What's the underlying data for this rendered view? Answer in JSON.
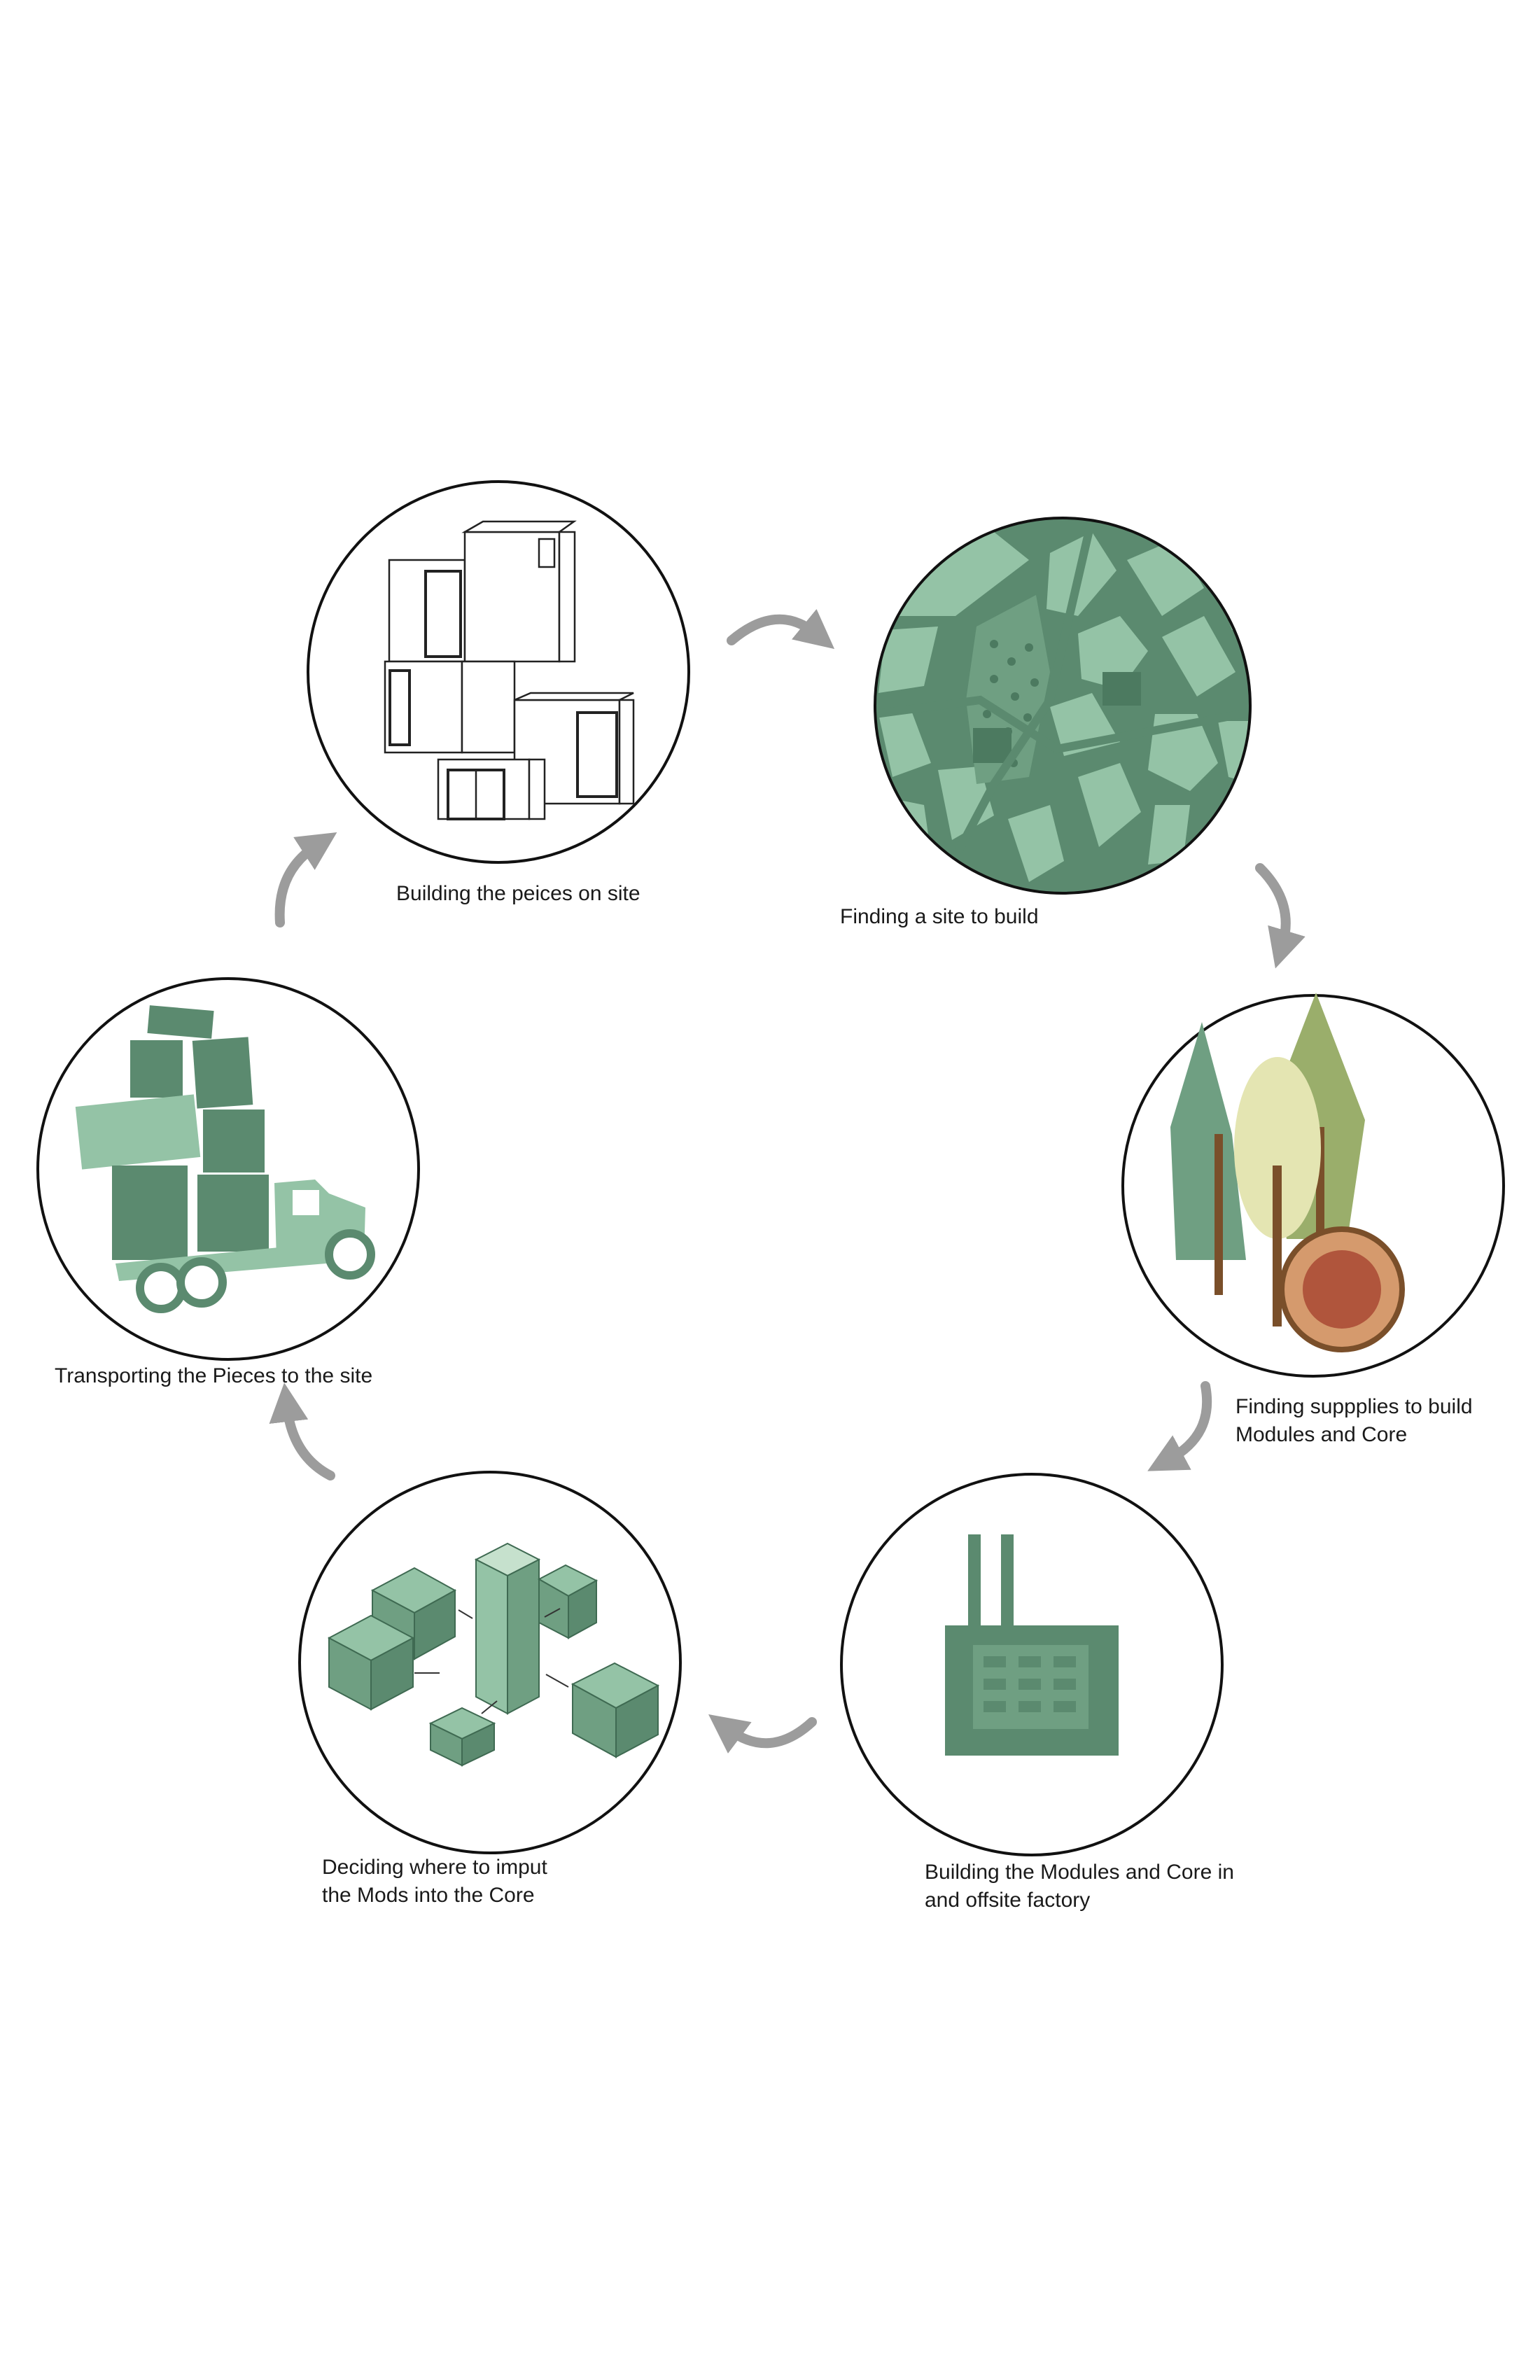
{
  "colors": {
    "dark_green": "#5b8a6f",
    "mid_green": "#6f9f82",
    "light_green": "#94c3a6",
    "pale_green": "#c6e1cd",
    "olive": "#9aae6b",
    "cream": "#e4e5b2",
    "trunk": "#7a4f2a",
    "log_outer": "#d59a6d",
    "log_inner": "#b0553c",
    "arrow": "#9c9c9c",
    "outline": "#111111"
  },
  "steps": [
    {
      "id": "build-site",
      "icon": "stacked-modules-icon",
      "lines": [
        "Building the peices on site"
      ]
    },
    {
      "id": "find-site",
      "icon": "site-map-icon",
      "lines": [
        "Finding a site to build"
      ]
    },
    {
      "id": "find-supplies",
      "icon": "forest-timber-icon",
      "lines": [
        "Finding suppplies to build",
        "Modules and Core"
      ]
    },
    {
      "id": "factory",
      "icon": "factory-icon",
      "lines": [
        "Building the Modules and Core in",
        "and offsite factory"
      ]
    },
    {
      "id": "decide",
      "icon": "modules-core-icon",
      "lines": [
        "Deciding where to imput",
        "the Mods into the Core"
      ]
    },
    {
      "id": "transport",
      "icon": "truck-icon",
      "lines": [
        "Transporting the Pieces to the site"
      ]
    }
  ]
}
